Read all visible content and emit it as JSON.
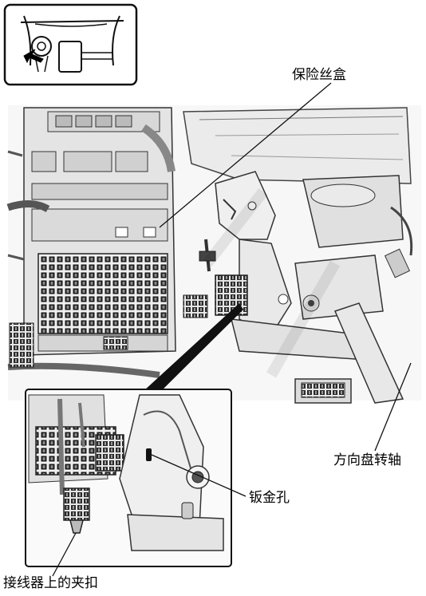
{
  "labels": {
    "fuse_box": "保险丝盒",
    "steering_shaft": "方向盘转轴",
    "sheet_metal_hole": "钣金孔",
    "connector_clip": "接线器上的夹扣"
  }
}
